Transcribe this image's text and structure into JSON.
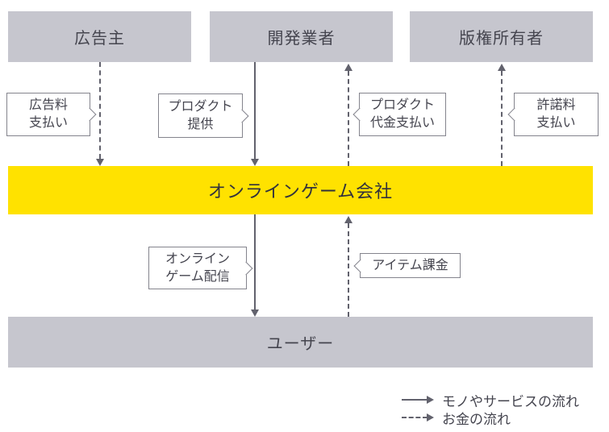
{
  "diagram": {
    "nodes": {
      "advertiser": {
        "label": "広告主"
      },
      "developer": {
        "label": "開発業者"
      },
      "rights_holder": {
        "label": "版権所有者"
      },
      "game_company": {
        "label": "オンラインゲーム会社"
      },
      "user": {
        "label": "ユーザー"
      }
    },
    "flow_labels": {
      "ad_fee": "広告料\n支払い",
      "product_provide": "プロダクト\n提供",
      "product_payment": "プロダクト\n代金支払い",
      "license_fee": "許諾料\n支払い",
      "game_distribution": "オンライン\nゲーム配信",
      "item_billing": "アイテム課金"
    },
    "flows": [
      {
        "from": "advertiser",
        "to": "game_company",
        "style": "dashed",
        "label": "広告料支払い"
      },
      {
        "from": "developer",
        "to": "game_company",
        "style": "solid",
        "label": "プロダクト提供"
      },
      {
        "from": "game_company",
        "to": "developer",
        "style": "dashed",
        "label": "プロダクト代金支払い"
      },
      {
        "from": "game_company",
        "to": "rights_holder",
        "style": "dashed",
        "label": "許諾料支払い"
      },
      {
        "from": "game_company",
        "to": "user",
        "style": "solid",
        "label": "オンラインゲーム配信"
      },
      {
        "from": "user",
        "to": "game_company",
        "style": "dashed",
        "label": "アイテム課金"
      }
    ],
    "legend": {
      "solid": "モノやサービスの流れ",
      "dashed": "お金の流れ"
    },
    "colors": {
      "node_gray": "#c6c6ce",
      "node_text": "#45454f",
      "highlight_yellow": "#ffe200",
      "highlight_text": "#32323c",
      "arrow": "#62626d",
      "line_border": "#84848d"
    }
  }
}
